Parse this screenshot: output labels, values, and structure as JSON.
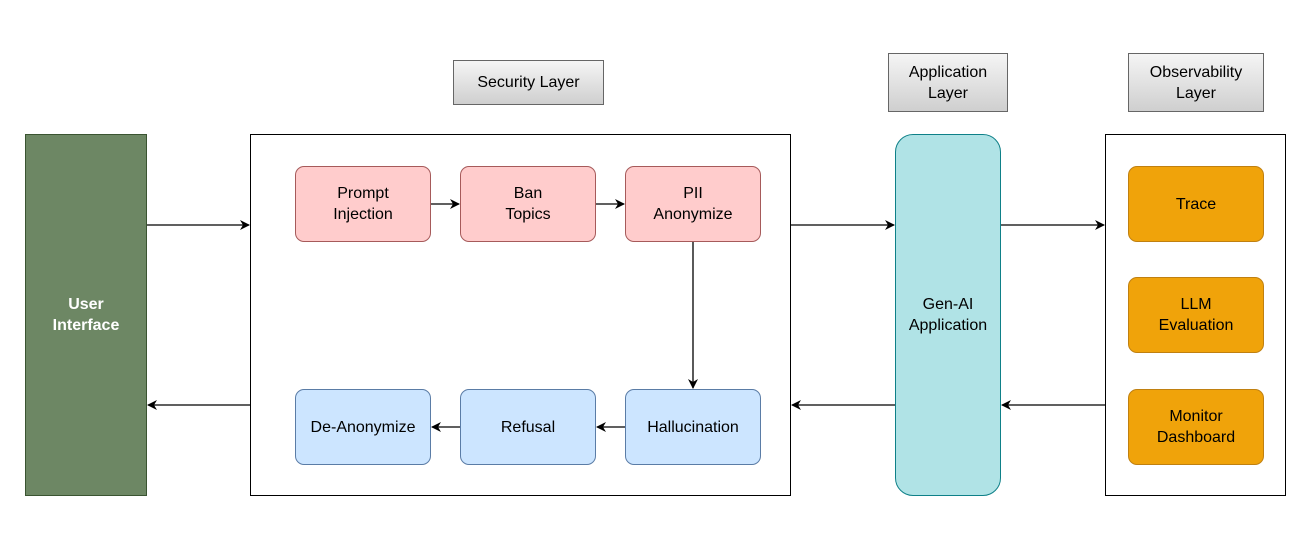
{
  "layer_labels": {
    "security": "Security Layer",
    "application": "Application\nLayer",
    "observability": "Observability\nLayer"
  },
  "user_interface": {
    "label": "User\nInterface",
    "color": "#6d8764"
  },
  "application": {
    "label": "Gen-AI\nApplication",
    "color": "#b0e3e6"
  },
  "security_nodes": {
    "prompt_injection": "Prompt\nInjection",
    "ban_topics": "Ban\nTopics",
    "pii_anonymize": "PII\nAnonymize",
    "hallucination": "Hallucination",
    "refusal": "Refusal",
    "de_anonymize": "De-Anonymize"
  },
  "observability_nodes": {
    "trace": "Trace",
    "llm_evaluation": "LLM\nEvaluation",
    "monitor_dashboard": "Monitor\nDashboard"
  },
  "colors": {
    "input_guard": "#ffcccc",
    "output_guard": "#cce5ff",
    "observability": "#f0a30a"
  }
}
